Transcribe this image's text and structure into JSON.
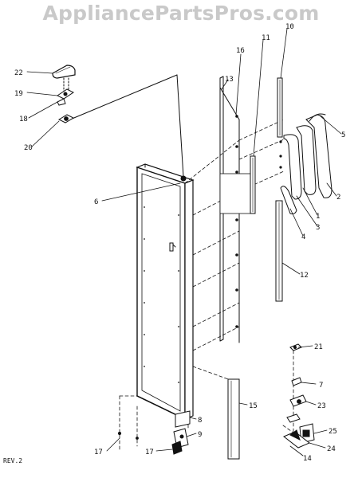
{
  "watermark": "AppliancePartsPros.com",
  "revision": "REV.2",
  "callouts": {
    "c22": "22",
    "c19": "19",
    "c18": "18",
    "c20": "20",
    "c6": "6",
    "c16": "16",
    "c13": "13",
    "c11": "11",
    "c10": "10",
    "c5": "5",
    "c1": "1",
    "c2": "2",
    "c3": "3",
    "c4": "4",
    "c12": "12",
    "c15": "15",
    "c21": "21",
    "c7": "7",
    "c23": "23",
    "c25": "25",
    "c24": "24",
    "c14": "14",
    "c8": "8",
    "c9": "9",
    "c17a": "17",
    "c17b": "17"
  }
}
